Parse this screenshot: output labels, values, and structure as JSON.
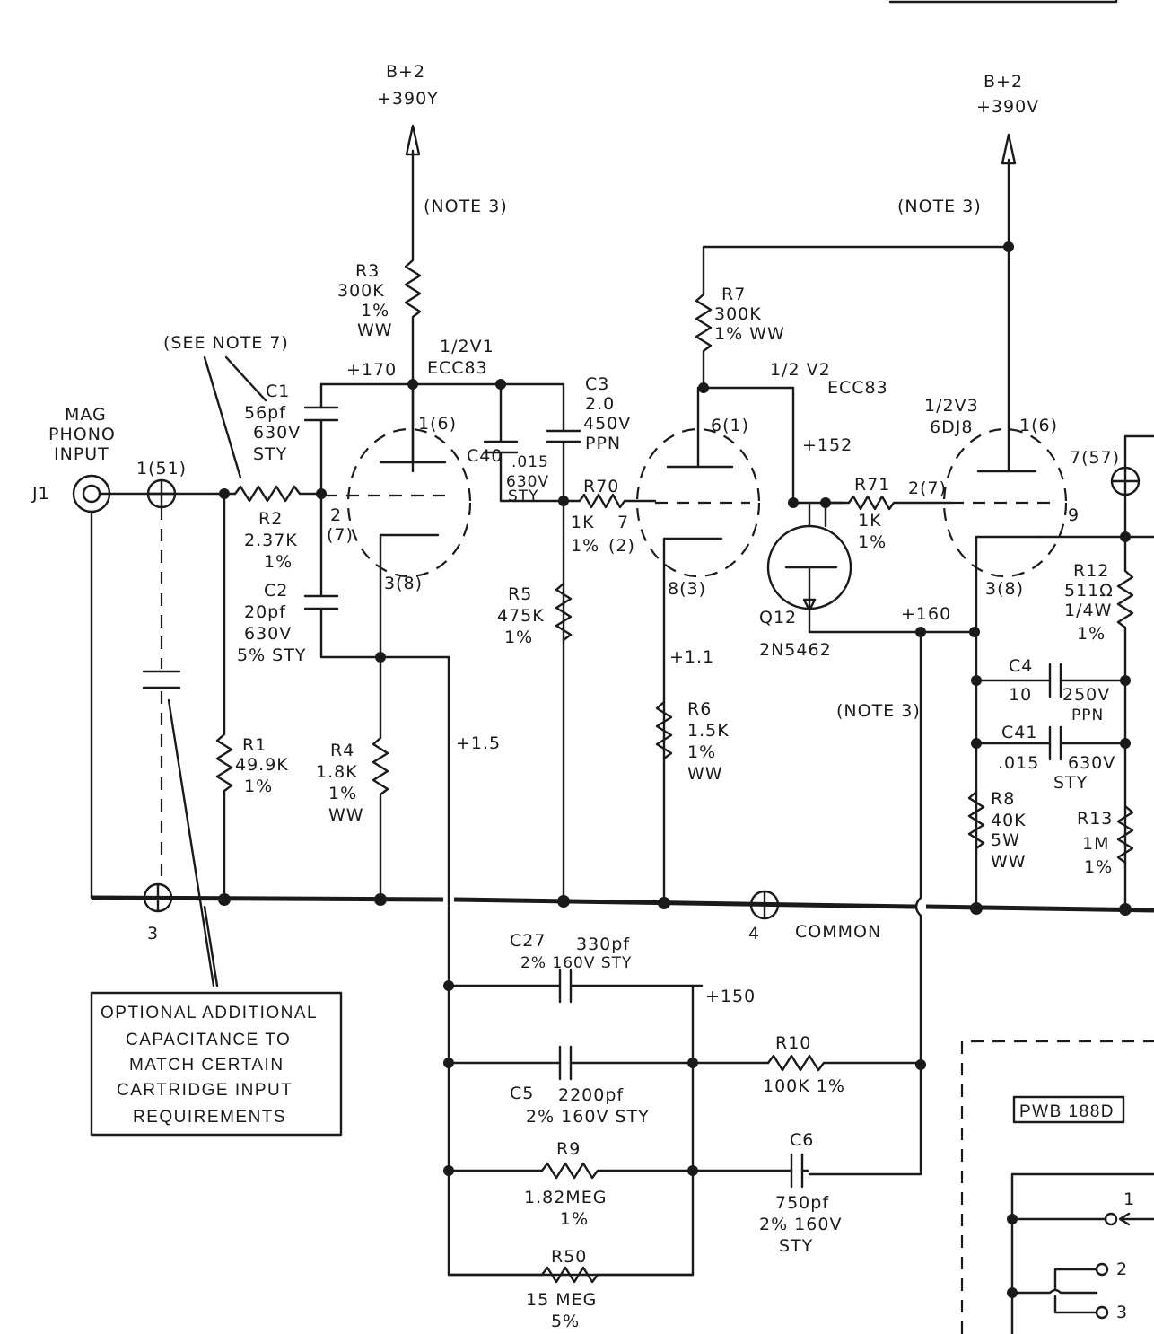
{
  "supply_left": {
    "name": "B+2",
    "voltage": "+390Y",
    "note": "(NOTE 3)"
  },
  "supply_right": {
    "name": "B+2",
    "voltage": "+390V",
    "note": "(NOTE 3)"
  },
  "input": {
    "line1": "MAG",
    "line2": "PHONO",
    "line3": "INPUT",
    "jack": "J1"
  },
  "pins": {
    "p1": "1(51)",
    "p3": "3",
    "p4": "4",
    "p7": "7(57)"
  },
  "see_note": "(SEE NOTE 7)",
  "components": {
    "r3": [
      "R3",
      "300K",
      "1%",
      "WW"
    ],
    "r7": [
      "R7",
      "300K",
      "1% WW"
    ],
    "c1": [
      "C1",
      "56pf",
      "630V",
      "STY"
    ],
    "r2": [
      "R2",
      "2.37K",
      "1%"
    ],
    "c2": [
      "C2",
      "20pf",
      "630V",
      "5% STY"
    ],
    "v1": [
      "1/2V1",
      "ECC83"
    ],
    "c3": [
      "C3",
      "2.0",
      "450V",
      "PPN"
    ],
    "c40": [
      "C40",
      ".015",
      "630V",
      "STY"
    ],
    "r70": [
      "R70",
      "1K",
      "1%"
    ],
    "r5": [
      "R5",
      "475K",
      "1%"
    ],
    "v2": [
      "1/2 V2",
      "ECC83"
    ],
    "r6": [
      "R6",
      "1.5K",
      "1%",
      "WW"
    ],
    "q12": [
      "Q12",
      "2N5462"
    ],
    "r71": [
      "R71",
      "1K",
      "1%"
    ],
    "v3": [
      "1/2V3",
      "6DJ8"
    ],
    "r12": [
      "R12",
      "511Ω",
      "1/4W",
      "1%"
    ],
    "c4": [
      "C4",
      "10",
      "250V",
      "PPN"
    ],
    "c41": [
      "C41",
      ".015",
      "630V",
      "STY"
    ],
    "r8": [
      "R8",
      "40K",
      "5W",
      "WW"
    ],
    "r13": [
      "R13",
      "1M",
      "1%"
    ],
    "r1": [
      "R1",
      "49.9K",
      "1%"
    ],
    "r4": [
      "R4",
      "1.8K",
      "1%",
      "WW"
    ],
    "c27": [
      "C27",
      "330pf",
      "2% 160V STY"
    ],
    "c5": [
      "C5",
      "2200pf",
      "2% 160V STY"
    ],
    "r10": [
      "R10",
      "100K 1%"
    ],
    "r9": [
      "R9",
      "1.82MEG",
      "1%"
    ],
    "c6": [
      "C6",
      "750pf",
      "2% 160V",
      "STY"
    ],
    "r50": [
      "R50",
      "15 MEG",
      "5%"
    ]
  },
  "pin_labels": {
    "v1_plate": "1(6)",
    "v1_grid": "2",
    "v1_grid2": "(7)",
    "v1_cath": "3(8)",
    "v2_plate": "6(1)",
    "v2_grid": "7",
    "v2_grid2": "(2)",
    "v2_cath": "8(3)",
    "v3_plate": "1(6)",
    "v3_grid": "2(7)",
    "v3_cath": "3(8)",
    "v3_heater": "9"
  },
  "voltages": {
    "v170": "+170",
    "v152": "+152",
    "v160": "+160",
    "v1_1": "+1.1",
    "v1_5": "+1.5",
    "v150": "+150"
  },
  "note3_mid": "(NOTE 3)",
  "common": "COMMON",
  "optional_box": [
    "OPTIONAL ADDITIONAL",
    "CAPACITANCE TO",
    "MATCH CERTAIN",
    "CARTRIDGE INPUT",
    "REQUIREMENTS"
  ],
  "pwb": "PWB 188D",
  "switch_pins": {
    "s1": "1",
    "s2": "2",
    "s3": "3"
  }
}
